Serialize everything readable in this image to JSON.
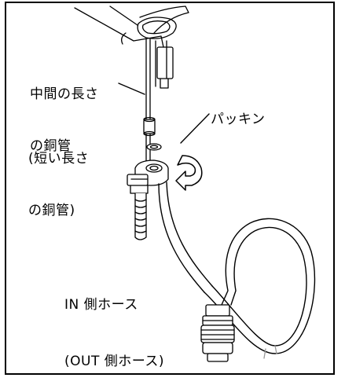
{
  "labels": {
    "mid_pipe_line1": "中間の長さ",
    "mid_pipe_line2": "の銅管",
    "short_pipe_line1": "(短い長さ",
    "short_pipe_line2": "の銅管)",
    "packing": "パッキン",
    "in_hose": "IN 側ホース",
    "out_hose": "(OUT 側ホース)"
  },
  "colors": {
    "ink": "#000000",
    "paper": "#ffffff",
    "shade": "#c8c8c8"
  },
  "icons": {
    "rotate": "rotate-arrow-icon"
  }
}
